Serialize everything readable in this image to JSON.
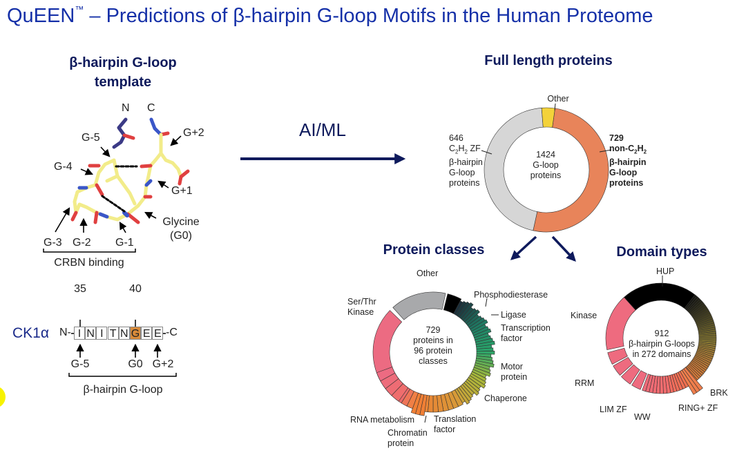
{
  "title": {
    "main": "QuEEN",
    "tm": "™",
    "rest": " – Predictions of β-hairpin G-loop Motifs in the Human Proteome"
  },
  "template": {
    "heading_line1": "β-hairpin G-loop",
    "heading_line2": "template",
    "labels": {
      "n": "N",
      "c": "C",
      "g_5": "G-5",
      "g_4": "G-4",
      "g_plus2": "G+2",
      "g_plus1": "G+1",
      "glycine": "Glycine",
      "g0_paren": "(G0)",
      "g_3": "G-3",
      "g_2": "G-2",
      "g_1": "G-1",
      "crbn": "CRBN binding"
    }
  },
  "ck1a": {
    "name": "CK1α",
    "n_term": "N-",
    "c_term": "-C",
    "pos_35": "35",
    "pos_40": "40",
    "residues": [
      "I",
      "N",
      "I",
      "T",
      "N",
      "G",
      "E",
      "E"
    ],
    "highlight_color": "#d98b3a",
    "markers": {
      "g_5": "G-5",
      "g0": "G0",
      "g_plus2": "G+2"
    },
    "bracket_label": "β-hairpin G-loop"
  },
  "arrow_label": "AI/ML",
  "full_length": {
    "heading": "Full length proteins",
    "total": 1424,
    "center": [
      "1424",
      "G-loop",
      "proteins"
    ],
    "segments": [
      {
        "name": "non-C2H2 β-hairpin G-loop proteins",
        "value": 729,
        "color": "#e8845a"
      },
      {
        "name": "C2H2 ZF β-hairpin G-loop proteins",
        "value": 646,
        "color": "#d6d6d6"
      },
      {
        "name": "Other",
        "value": 49,
        "color": "#f3d23a"
      }
    ],
    "other_label": "Other",
    "left_label": {
      "count": "646",
      "line2": "ZF",
      "line3": "β-hairpin",
      "line4": "G-loop",
      "line5": "proteins"
    },
    "right_label": {
      "count": "729",
      "line2": "non-",
      "line3": "β-hairpin",
      "line4": "G-loop",
      "line5": "proteins"
    }
  },
  "protein_classes": {
    "heading": "Protein classes",
    "center": [
      "729",
      "proteins in",
      "96 protein",
      "classes"
    ],
    "labels": [
      "Other",
      "Ser/Thr",
      "Kinase",
      "Phosphodiesterase",
      "Ligase",
      "Transcription",
      "factor",
      "Motor",
      "protein",
      "Chaperone",
      "RNA metabolism",
      "Translation",
      "factor",
      "Chromatin",
      "protein"
    ]
  },
  "domain_types": {
    "heading": "Domain types",
    "center": [
      "912",
      "β-hairpin G-loops",
      "in 272 domains"
    ],
    "labels": [
      "HUP",
      "Kinase",
      "RRM",
      "LIM ZF",
      "WW",
      "RING+ ZF",
      "BRK"
    ]
  }
}
